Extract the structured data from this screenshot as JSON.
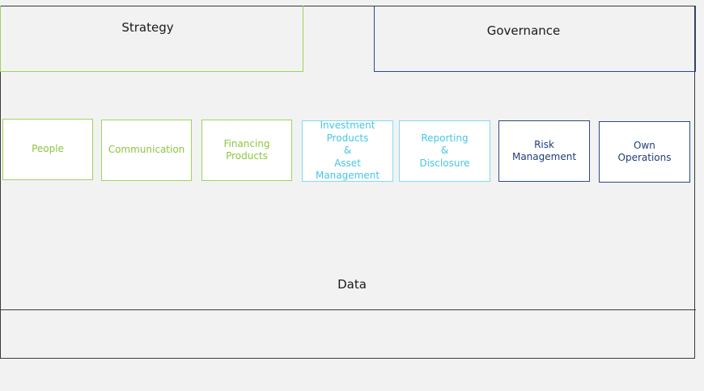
{
  "sections": {
    "strategy": "Strategy",
    "governance": "Governance",
    "data": "Data"
  },
  "pillars": [
    {
      "label": "People",
      "color": "#8cc63f"
    },
    {
      "label": "Communication",
      "color": "#8cc63f"
    },
    {
      "label": "Financing\nProducts",
      "color": "#8cc63f"
    },
    {
      "label": "Investment\nProducts\n&\nAsset\nManagement",
      "color": "#45c6e6"
    },
    {
      "label": "Reporting\n&\nDisclosure",
      "color": "#45c6e6"
    },
    {
      "label": "Risk\nManagement",
      "color": "#1f3d7a"
    },
    {
      "label": "Own\nOperations",
      "color": "#1f3d7a"
    }
  ]
}
